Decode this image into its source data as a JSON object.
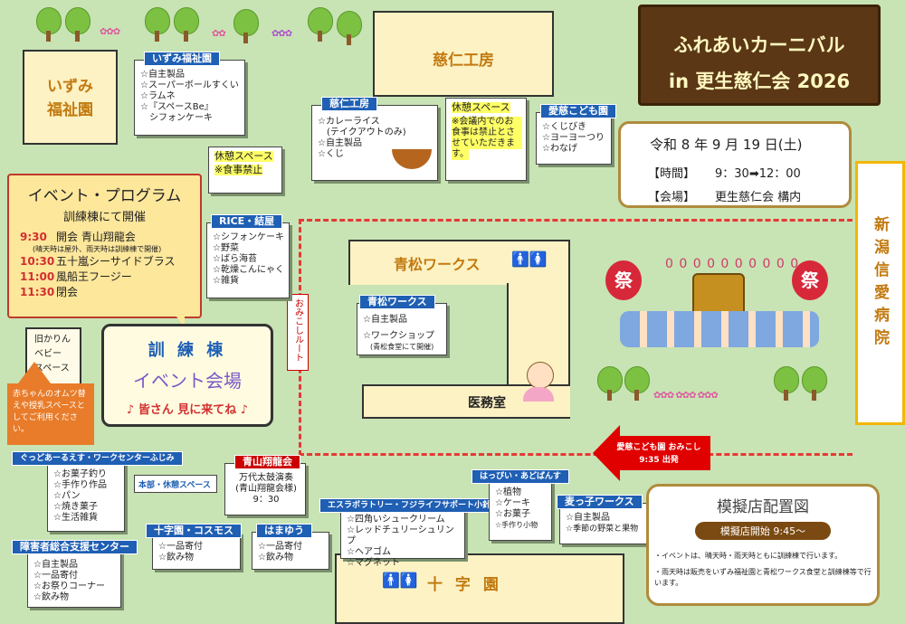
{
  "title": {
    "line1": "ふれあいカーニバル",
    "line2": "in 更生慈仁会 2026"
  },
  "date_info": {
    "date": "令和 8 年 9 月 19 日(土)",
    "time_label": "【時間】",
    "time": "9：30➡12：00",
    "venue_label": "【会場】",
    "venue": "更生慈仁会 構内"
  },
  "buildings": {
    "izumi": "いずみ\n福祉園",
    "jijin": "慈仁工房",
    "aomatsu": "青松ワークス",
    "imusitsu": "医務室",
    "juji": "十 字 園",
    "hospital": "新潟信愛病院",
    "kyuukei_room": "旧かりん\nベビー\nスペース"
  },
  "program": {
    "title": "イベント・プログラム",
    "subtitle": "訓練棟にて開催",
    "items": [
      {
        "time": "9:30",
        "text": "開会 青山翔龍会",
        "note": "(晴天時は屋外、雨天時は訓練棟で開催)"
      },
      {
        "time": "10:30",
        "text": "五十嵐シーサイドブラス",
        "note": ""
      },
      {
        "time": "11:00",
        "text": "風船王フージー",
        "note": ""
      },
      {
        "time": "11:30",
        "text": "閉会",
        "note": ""
      }
    ]
  },
  "event_hall": {
    "line1": "訓 練 棟",
    "line2": "イベント会場",
    "line3": "♪ 皆さん 見に来てね ♪"
  },
  "baby_space": {
    "text": "赤ちゃんのオムツ替えや授乳スペースとしてご利用ください。"
  },
  "omikoshi": {
    "route": "おみこしルート",
    "depart": "愛慈こども園 おみこし",
    "time": "9:35 出発"
  },
  "boards": {
    "izumi": {
      "title": "いずみ福祉園",
      "items": [
        "☆自主製品",
        "☆スーパーボールすくい",
        "☆ラムネ",
        "☆『スペースBe』",
        "　シフォンケーキ"
      ]
    },
    "kyuukei1": {
      "title": "休憩スペース",
      "items": [
        "※食事禁止"
      ]
    },
    "jijin": {
      "title": "慈仁工房",
      "items": [
        "☆カレーライス",
        "　(テイクアウトのみ)",
        "☆自主製品",
        "☆くじ"
      ]
    },
    "kyuukei2": {
      "title": "休憩スペース",
      "items": [
        "※会議内でのお",
        "食事は禁止とさ",
        "せていただきま",
        "す。"
      ]
    },
    "aiji": {
      "title": "愛慈こども園",
      "items": [
        "☆くじびき",
        "☆ヨーヨーつり",
        "☆わなげ"
      ]
    },
    "rice": {
      "title": "RICE・結屋",
      "items": [
        "☆シフォンケーキ",
        "☆野菜",
        "☆ばら海苔",
        "☆乾燥こんにゃく",
        "☆雑貨"
      ]
    },
    "aomatsu": {
      "title": "青松ワークス",
      "items": [
        "☆自主製品",
        "",
        "☆ワークショップ",
        "　(青松食堂にて開催)"
      ]
    },
    "fujimi": {
      "title": "ぐっどあーるえす・ワークセンターふじみ",
      "items": [
        "☆お菓子釣り",
        "☆手作り作品",
        "☆パン",
        "☆焼き菓子",
        "☆生活雑貨"
      ]
    },
    "honbu": {
      "title": "本部・休憩スペース",
      "items": []
    },
    "aoyama": {
      "title": "青山翔龍会",
      "items": [
        "万代太鼓演奏",
        "(青山翔龍会様)",
        "9：30"
      ]
    },
    "juji_cosmos": {
      "title": "十字園・コスモス",
      "items": [
        "☆一品寄付",
        "☆飲み物"
      ]
    },
    "hamayuu": {
      "title": "はまゆう",
      "items": [
        "☆一品寄付",
        "☆飲み物"
      ]
    },
    "esperantory": {
      "title": "エスラボラトリー・フジライフサポート小針",
      "items": [
        "☆四角いシュークリーム",
        "☆レッドチュリーシュリンプ",
        "☆ヘアゴム",
        "☆マグネット"
      ]
    },
    "happy": {
      "title": "はっぴい・あどばんす",
      "items": [
        "☆植物",
        "☆ケーキ",
        "☆お菓子",
        "☆手作り小物"
      ]
    },
    "mugikko": {
      "title": "麦っ子ワークス",
      "items": [
        "☆自主製品",
        "☆季節の野菜と果物"
      ]
    },
    "shougai": {
      "title": "障害者総合支援センター",
      "items": [
        "☆自主製品",
        "☆一品寄付",
        "☆お祭りコーナー",
        "☆飲み物"
      ]
    }
  },
  "layout_info": {
    "title": "模擬店配置図",
    "open": "模擬店開始 9:45～",
    "notes": [
      "・イベントは、晴天時・雨天時ともに訓練棟で行います。",
      "・雨天時は販売をいずみ福祉園と青松ワークス食堂と訓練棟等で行います。"
    ]
  },
  "colors": {
    "grass": "#c8e3b4",
    "building": "#fdf2c4",
    "blue": "#1f5fb4",
    "red": "#cc0000",
    "title_board": "#5b3716"
  }
}
